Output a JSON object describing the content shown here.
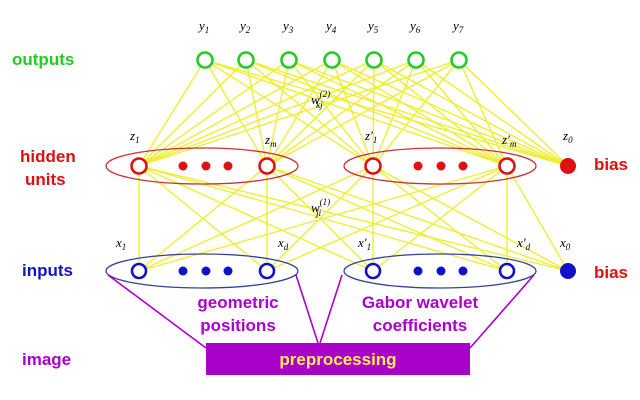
{
  "colors": {
    "outputs": "#22cc22",
    "hidden": "#dd1111",
    "inputs": "#1111cc",
    "image": "#aa00cc",
    "connection": "#eeee33",
    "preprocessing_fill": "#aa00cc",
    "preprocessing_text": "#ffee55"
  },
  "row_labels": {
    "outputs": "outputs",
    "hidden_line1": "hidden",
    "hidden_line2": "units",
    "inputs": "inputs",
    "image": "image"
  },
  "bias_labels": {
    "hidden": "bias",
    "inputs": "bias"
  },
  "output_units": [
    {
      "var": "y",
      "sub": "1"
    },
    {
      "var": "y",
      "sub": "2"
    },
    {
      "var": "y",
      "sub": "3"
    },
    {
      "var": "y",
      "sub": "4"
    },
    {
      "var": "y",
      "sub": "5"
    },
    {
      "var": "y",
      "sub": "6"
    },
    {
      "var": "y",
      "sub": "7"
    }
  ],
  "hidden_left": {
    "first": {
      "var": "z",
      "sub": "1"
    },
    "last": {
      "var": "z",
      "sub": "m"
    }
  },
  "hidden_right": {
    "first": {
      "var": "z′",
      "sub": "1"
    },
    "last": {
      "var": "z′",
      "sub": "m"
    }
  },
  "hidden_bias": {
    "var": "z",
    "sub": "0"
  },
  "input_left": {
    "first": {
      "var": "x",
      "sub": "1"
    },
    "last": {
      "var": "x",
      "sub": "d"
    }
  },
  "input_right": {
    "first": {
      "var": "x′",
      "sub": "1"
    },
    "last": {
      "var": "x′",
      "sub": "d"
    }
  },
  "input_bias": {
    "var": "x",
    "sub": "0"
  },
  "weights": {
    "upper": {
      "var": "w",
      "sub": "kj",
      "sup": "(2)"
    },
    "lower": {
      "var": "w",
      "sub": "ji",
      "sup": "(1)"
    }
  },
  "groups": {
    "left_line1": "geometric",
    "left_line2": "positions",
    "right_line1": "Gabor wavelet",
    "right_line2": "coefficients"
  },
  "preprocessing_label": "preprocessing"
}
